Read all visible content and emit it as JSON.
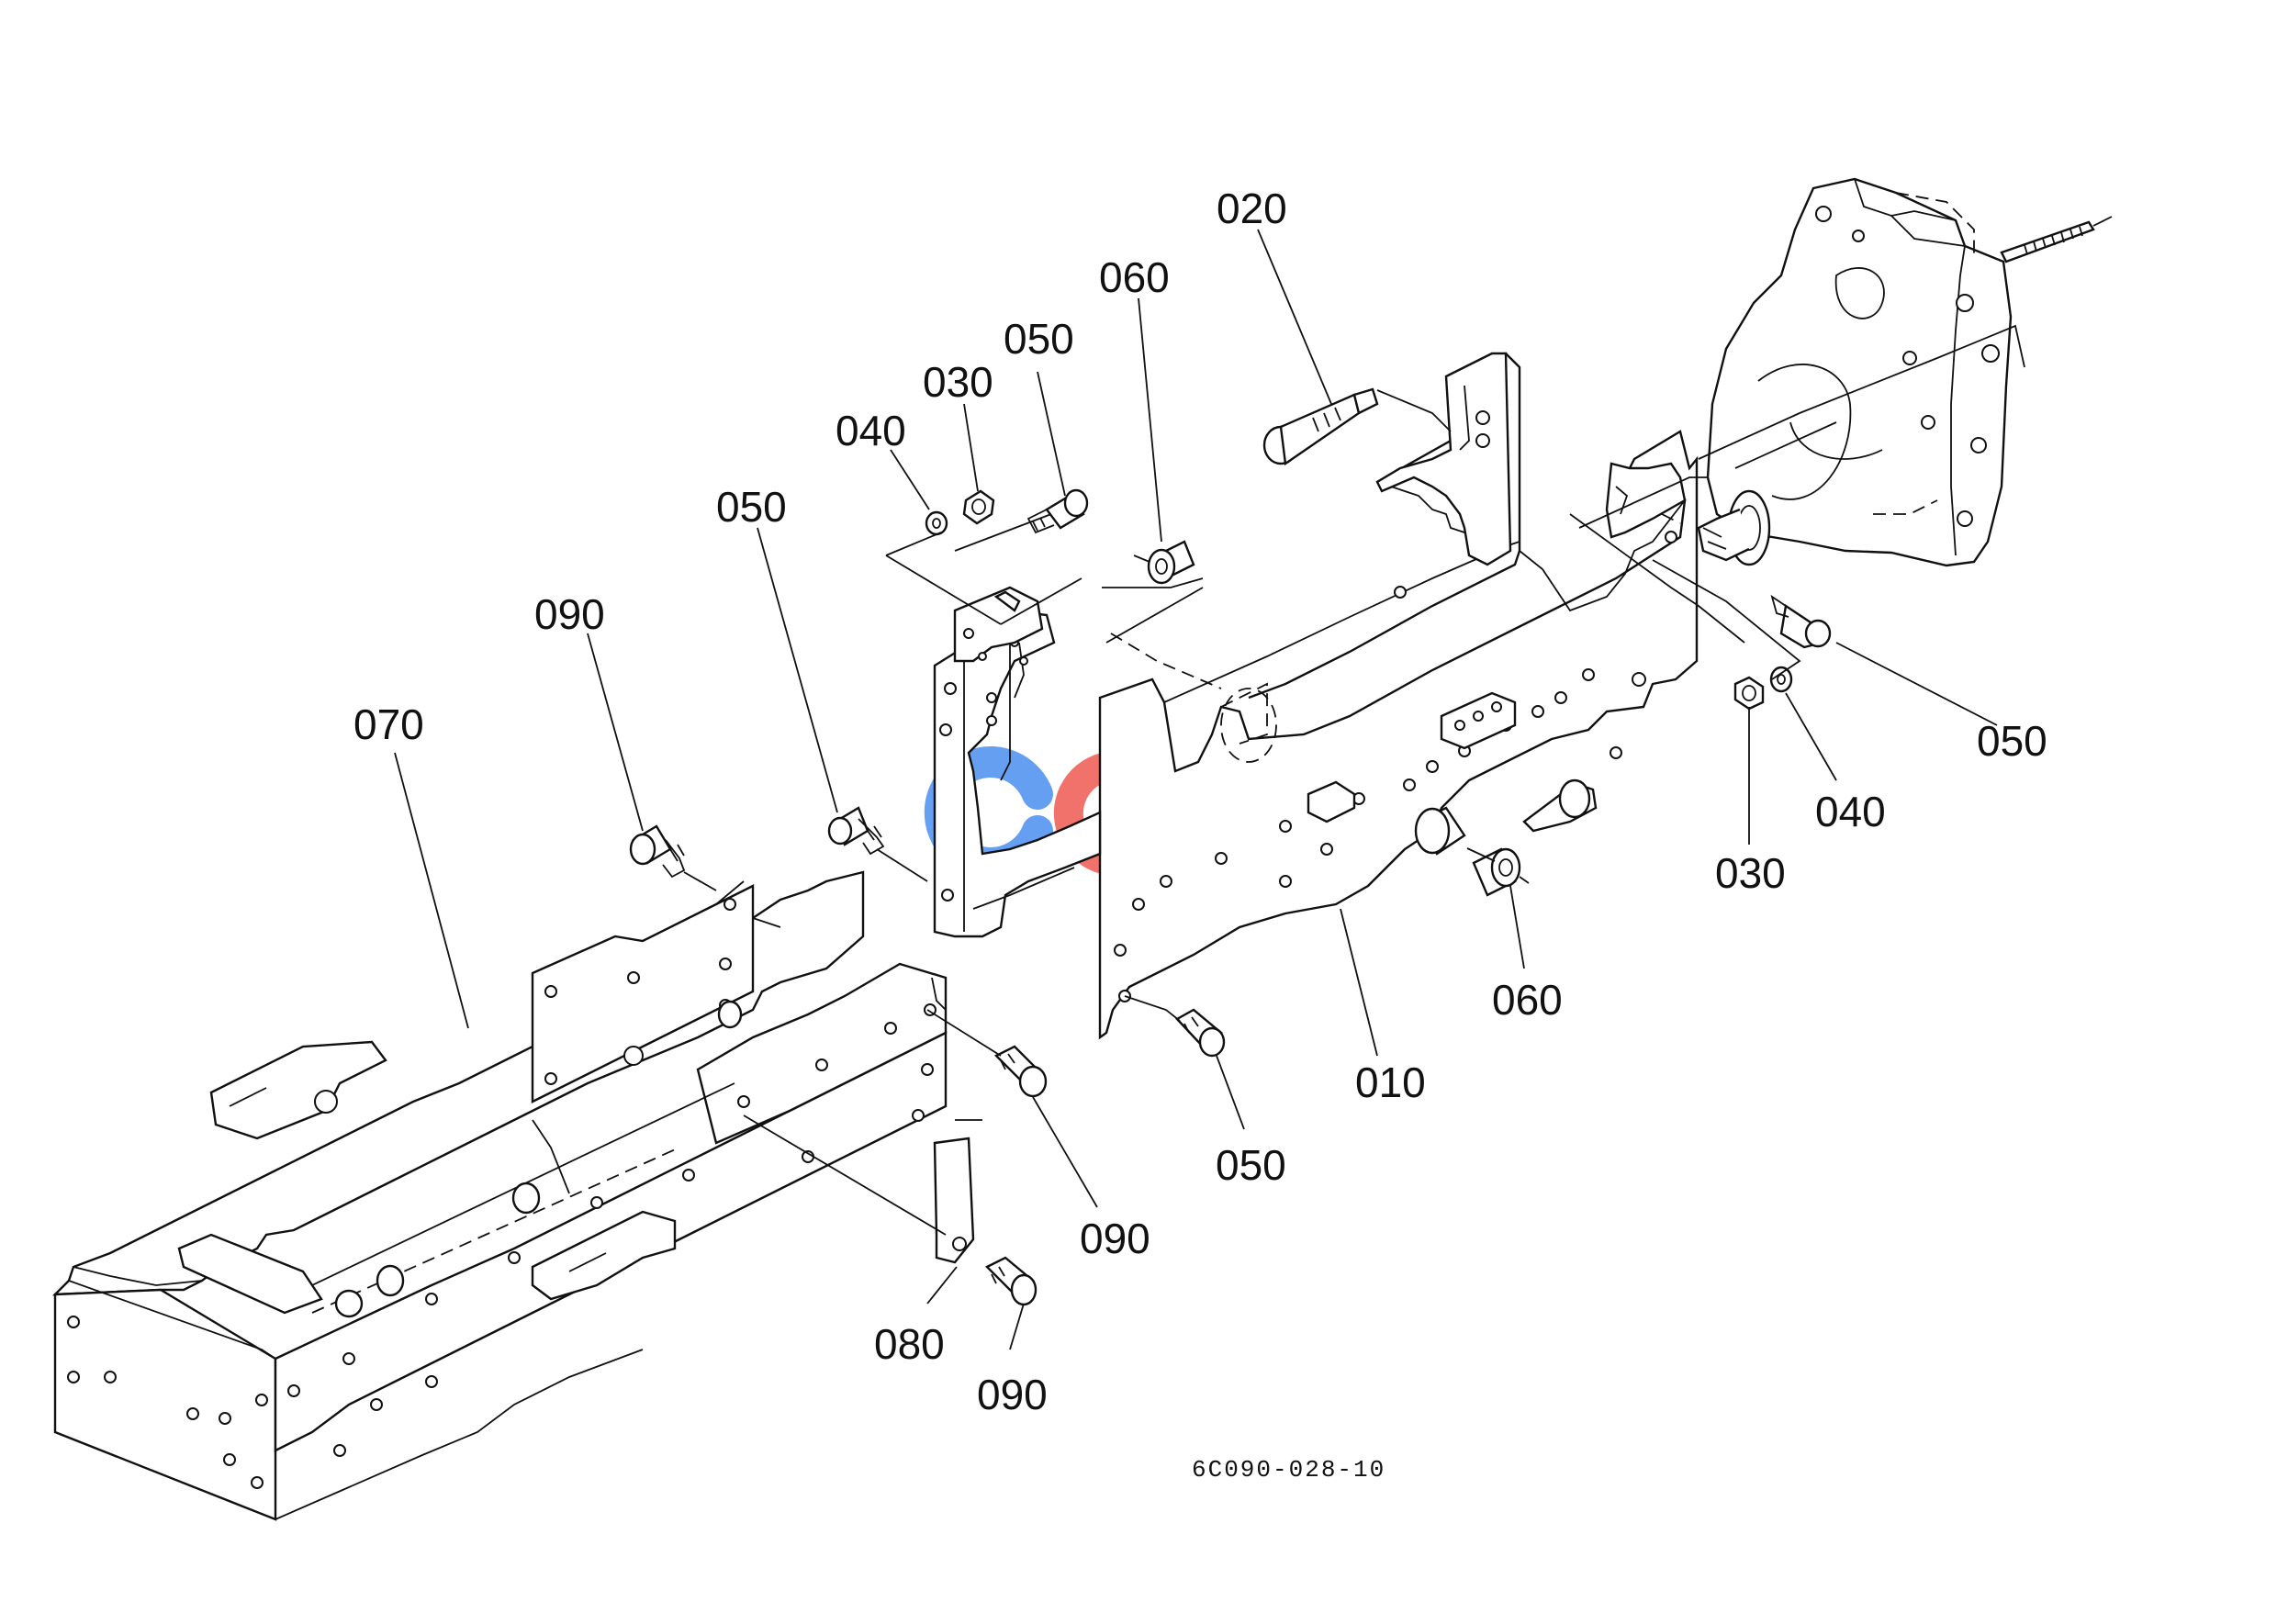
{
  "diagram": {
    "document_number": "6C090-028-10",
    "watermark": {
      "text": "CGSC",
      "colors": [
        "#4a8ff0",
        "#ee5a52",
        "#f6c94a",
        "#3fae6a"
      ]
    },
    "callouts": [
      {
        "id": "c010",
        "label": "010"
      },
      {
        "id": "c020",
        "label": "020"
      },
      {
        "id": "c030a",
        "label": "030"
      },
      {
        "id": "c030b",
        "label": "030"
      },
      {
        "id": "c040a",
        "label": "040"
      },
      {
        "id": "c040b",
        "label": "040"
      },
      {
        "id": "c050a",
        "label": "050"
      },
      {
        "id": "c050b",
        "label": "050"
      },
      {
        "id": "c050c",
        "label": "050"
      },
      {
        "id": "c050d",
        "label": "050"
      },
      {
        "id": "c060a",
        "label": "060"
      },
      {
        "id": "c060b",
        "label": "060"
      },
      {
        "id": "c070",
        "label": "070"
      },
      {
        "id": "c080",
        "label": "080"
      },
      {
        "id": "c090a",
        "label": "090"
      },
      {
        "id": "c090b",
        "label": "090"
      },
      {
        "id": "c090c",
        "label": "090"
      }
    ]
  }
}
